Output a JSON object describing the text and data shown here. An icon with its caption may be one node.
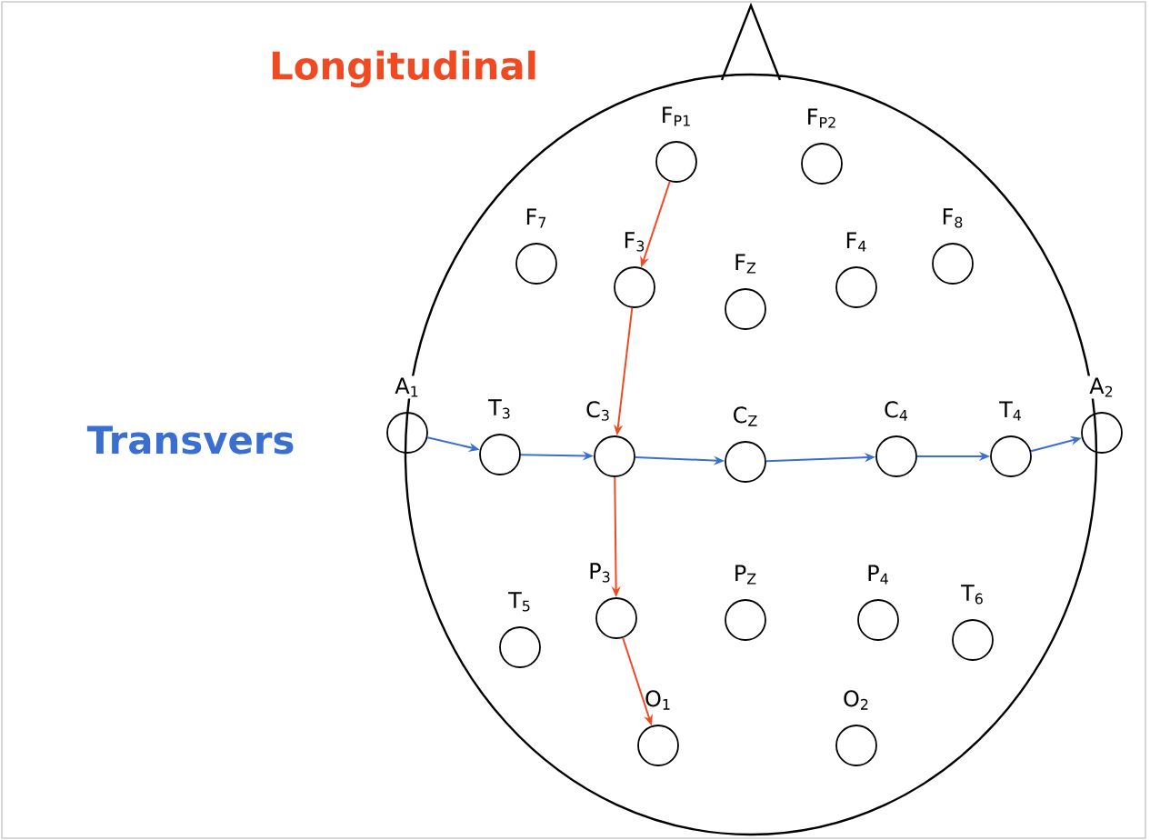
{
  "diagram": {
    "nodes": [
      {
        "text": [
          "F$_{P1}$"
        ]
      },
      {
        "text": [
          "F$_{P2}$"
        ]
      },
      {
        "text": [
          "F$_{7}$"
        ]
      },
      {
        "text": [
          "F$_{3}$"
        ]
      },
      {
        "text": [
          "F$_{Z}$"
        ]
      },
      {
        "text": [
          "F$_{4}$"
        ]
      },
      {
        "text": [
          "F$_{8}$"
        ]
      },
      {
        "text": [
          "A$_{1}$"
        ]
      },
      {
        "text": [
          "T$_{3}$"
        ]
      },
      {
        "text": [
          "C$_{3}$"
        ]
      },
      {
        "text": [
          "C$_{Z}$"
        ]
      },
      {
        "text": [
          "C$_{4}$"
        ]
      },
      {
        "text": [
          "T$_{4}$"
        ]
      },
      {
        "text": [
          "A$_{2}$"
        ]
      },
      {
        "text": [
          "T$_{5}$"
        ]
      },
      {
        "text": [
          "P$_{3}$"
        ]
      },
      {
        "text": [
          "P$_{Z}$"
        ]
      },
      {
        "text": [
          "P$_{4}$"
        ]
      },
      {
        "text": [
          "T$_{6}$"
        ]
      },
      {
        "text": [
          "O$_{1}$"
        ]
      },
      {
        "text": [
          "O$_{2}$"
        ]
      }
    ],
    "edges": [
      {
        "from": 0,
        "to": 3,
        "arrow": "to",
        "color": "#f04a23"
      },
      {
        "from": 3,
        "to": 9,
        "arrow": "to",
        "color": "#f04a23"
      },
      {
        "from": 9,
        "to": 15,
        "arrow": "to",
        "color": "#f04a23"
      },
      {
        "from": 15,
        "to": 19,
        "arrow": "to",
        "color": "#f04a23"
      },
      {
        "from": 7,
        "to": 8,
        "arrow": "to"
      },
      {
        "from": 8,
        "to": 9,
        "arrow": "to"
      },
      {
        "from": 9,
        "to": 10,
        "arrow": "to"
      },
      {
        "from": 10,
        "to": 11,
        "arrow": "to"
      },
      {
        "from": 11,
        "to": 12,
        "arrow": "to"
      },
      {
        "from": 12,
        "to": 13,
        "arrow": "to"
      }
    ],
    "labels": [
      "Longitudinal",
      "Transvers"
    ]
  }
}
